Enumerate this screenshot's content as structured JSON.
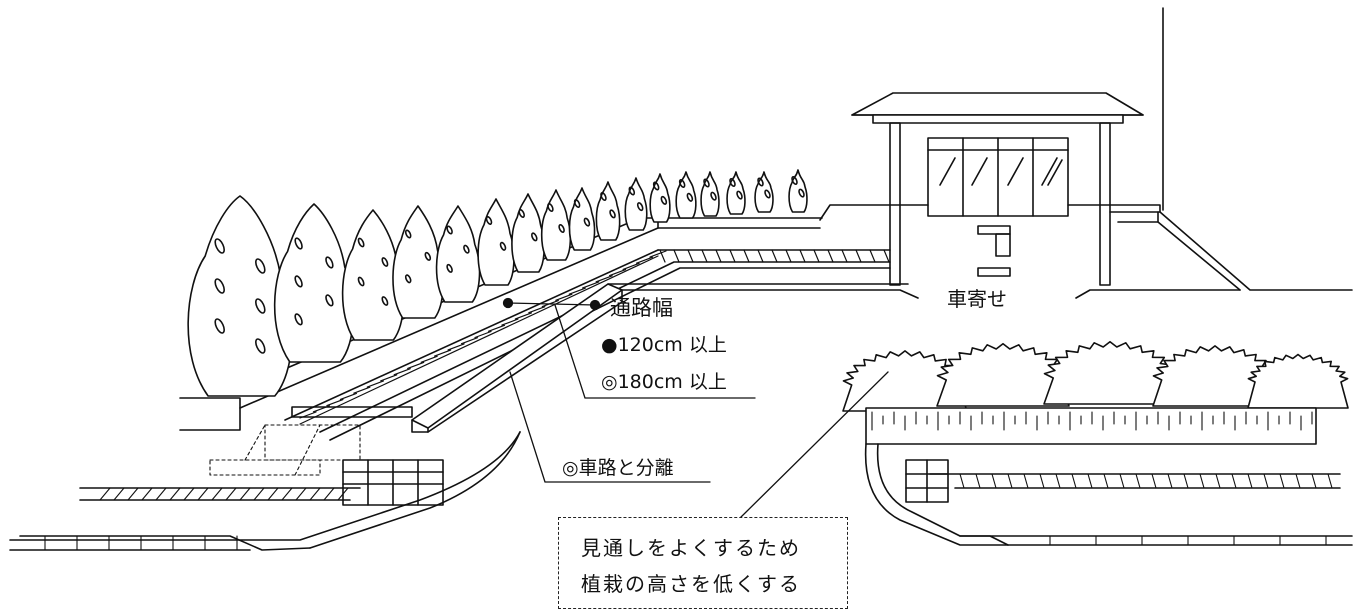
{
  "labels": {
    "passage_width": "通路幅",
    "width_min_basic": "●120cm 以上",
    "width_min_recommended": "◎180cm 以上",
    "drop_off_area": "車寄せ",
    "separate_from_road": "◎車路と分離"
  },
  "callout": {
    "line1": "見通しをよくするため",
    "line2": "植栽の高さを低くする"
  }
}
